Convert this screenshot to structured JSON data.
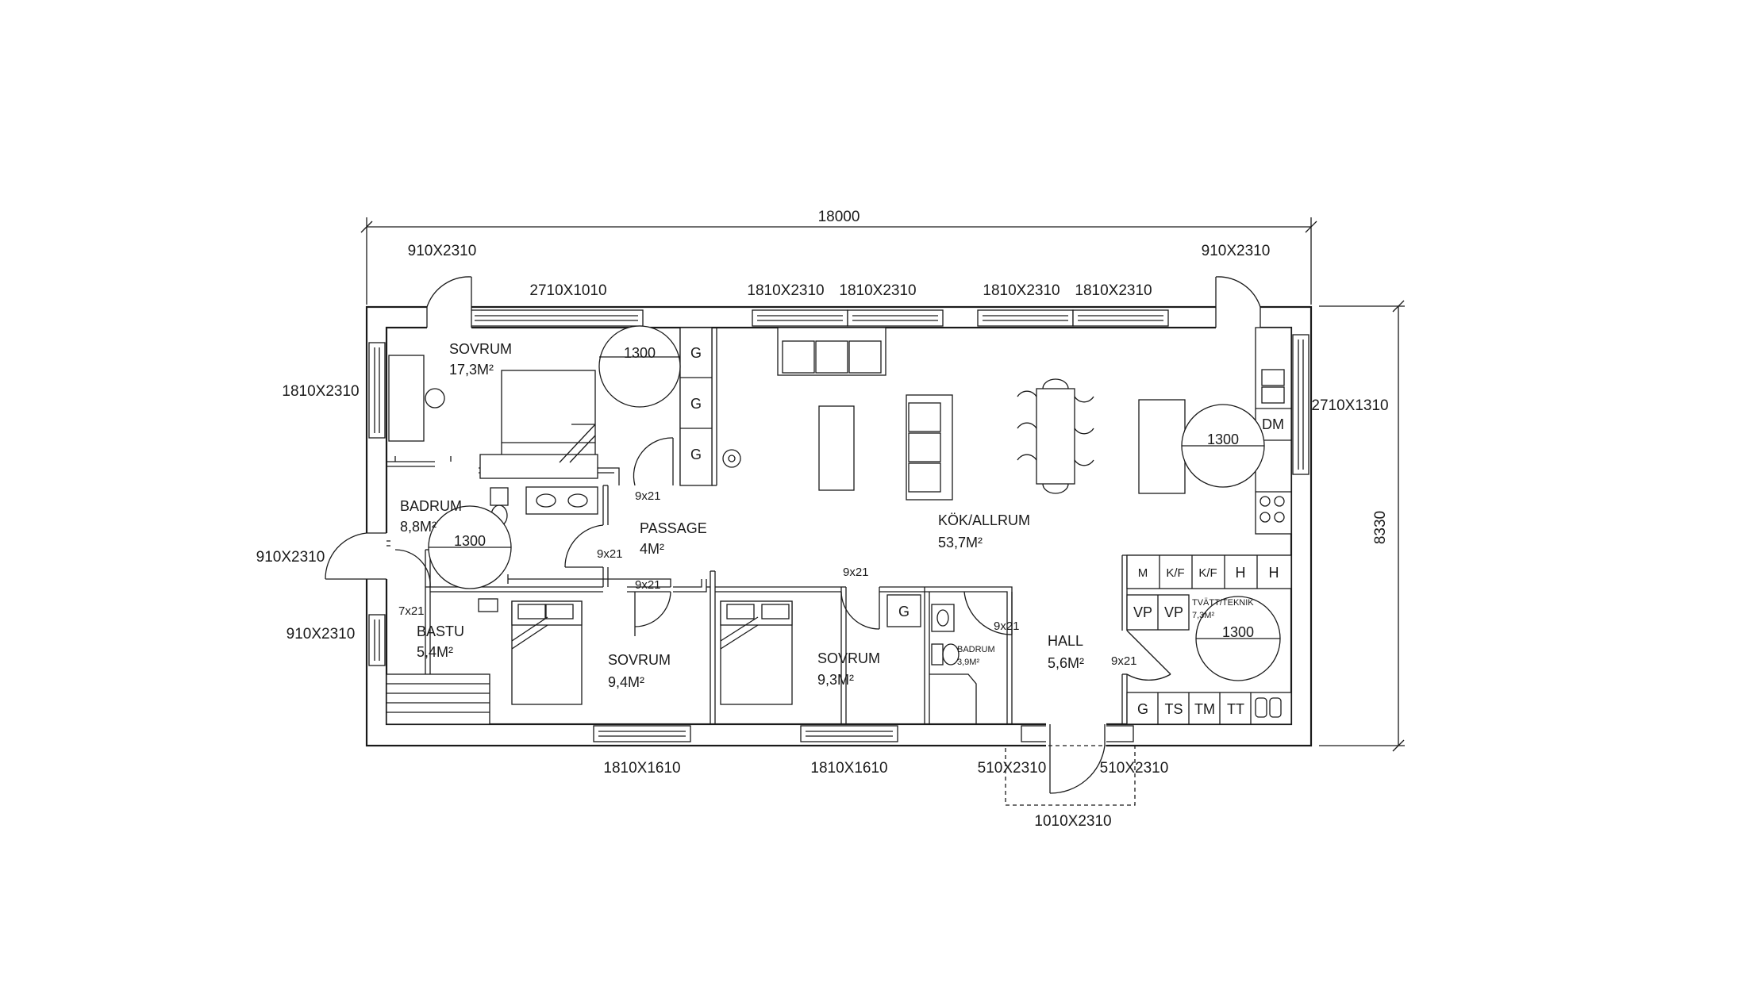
{
  "dimensions": {
    "overall_width": "18000",
    "overall_depth": "8330"
  },
  "rooms": [
    {
      "id": "sovrum-1",
      "name": "SOVRUM",
      "area": "17,3M²"
    },
    {
      "id": "badrum-1",
      "name": "BADRUM",
      "area": "8,8M²"
    },
    {
      "id": "passage",
      "name": "PASSAGE",
      "area": "4M²"
    },
    {
      "id": "bastu",
      "name": "BASTU",
      "area": "5,4M²"
    },
    {
      "id": "sovrum-2",
      "name": "SOVRUM",
      "area": "9,4M²"
    },
    {
      "id": "sovrum-3",
      "name": "SOVRUM",
      "area": "9,3M²"
    },
    {
      "id": "kok-allrum",
      "name": "KÖK/ALLRUM",
      "area": "53,7M²"
    },
    {
      "id": "hall",
      "name": "HALL",
      "area": "5,6M²"
    },
    {
      "id": "badrum-2",
      "name": "BADRUM",
      "area": "3,9M²"
    },
    {
      "id": "tvatt-teknik",
      "name": "TVÄTT/TEKNIK",
      "area": "7,3M²"
    }
  ],
  "openings": {
    "top_left_door": "910X2310",
    "top_window_1": "2710X1010",
    "top_window_2": "1810X2310",
    "top_window_3": "1810X2310",
    "top_window_4": "1810X2310",
    "top_window_5": "1810X2310",
    "top_right_door": "910X2310",
    "left_window": "1810X2310",
    "left_door": "910X2310",
    "left_window_2": "910X2310",
    "right_window": "2710X1310",
    "bottom_window_1": "1810X1610",
    "bottom_window_2": "1810X1610",
    "entry_side_left": "510X2310",
    "entry_side_right": "510X2310",
    "entry_door": "1010X2310"
  },
  "interior_doors": {
    "passage_bedroom": "9x21",
    "badrum_door": "9x21",
    "passage_bottom": "9x21",
    "bastu_door": "7x21",
    "sovrum3_door": "9x21",
    "badrum2_door": "9x21",
    "hall_door": "9x21"
  },
  "turning_circles": {
    "sovrum": "1300",
    "badrum": "1300",
    "kok": "1300",
    "tvatt": "1300"
  },
  "fixtures": {
    "wardrobe": [
      "G",
      "G",
      "G"
    ],
    "dm": "DM",
    "hall_cabinets": [
      "M",
      "K/F",
      "K/F",
      "H",
      "H"
    ],
    "vp": [
      "VP",
      "VP"
    ],
    "laundry": [
      "G",
      "TS",
      "TM",
      "TT"
    ],
    "sovrum3_wardrobe": "G",
    "tvatt_g": "G"
  }
}
